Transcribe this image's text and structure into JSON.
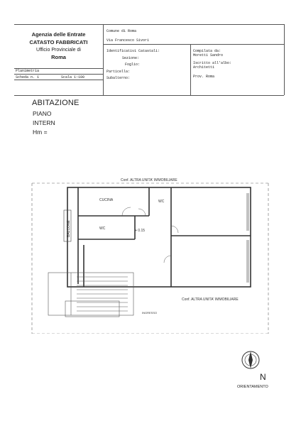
{
  "header": {
    "agency": {
      "line1": "Agenzia delle Entrate",
      "line2": "CATASTO FABBRICATI",
      "line3": "Ufficio Provinciale di",
      "line4": "Roma"
    },
    "comune": "Comune di Roma",
    "address": "Via Francesco Sivori",
    "identificativi": "Identificativi Catastali:",
    "sezione": "Sezione:",
    "foglio": "Foglio:",
    "particella": "Particella:",
    "subalterno": "Subalterno:",
    "compilata_da": "Compilata da:",
    "compilatore": "Moretti Sandro",
    "iscritto": "Iscritto all'albo:",
    "albo": "Architetti",
    "prov": "Prov. Roma",
    "planimetria": "Planimetria",
    "scheda": "Scheda n. 1",
    "scala": "Scala 1:100"
  },
  "title": {
    "main": "ABITAZIONE",
    "piano": "PIANO",
    "interno": "INTERN",
    "hm": "Hm ="
  },
  "plan": {
    "top_label": "Conf. ALTRA UNITA' IMMOBILIARE",
    "bottom_label": "Conf. ALTRA UNITA' IMMOBILIARE",
    "cucina": "CUCINA",
    "wc1": "WC",
    "wc2": "WC",
    "balcone": "BALCONE",
    "quota": "+ 0.15",
    "ingresso": "INGRESSO"
  },
  "north": {
    "letter": "N",
    "label": "ORIENTAMENTO"
  }
}
